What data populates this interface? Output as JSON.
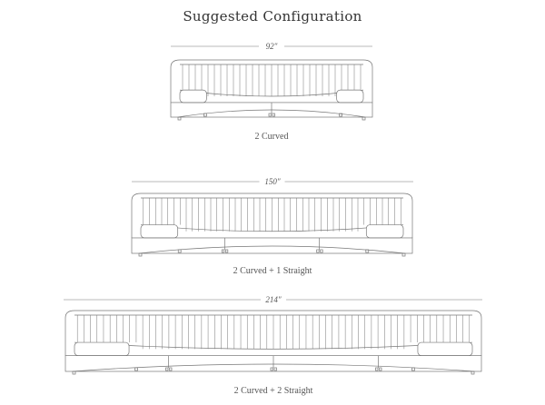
{
  "title": "Suggested Configuration",
  "configurations": [
    {
      "width": "92″",
      "label": "2 Curved",
      "modules": 2,
      "channels": 30
    },
    {
      "width": "150″",
      "label": "2 Curved + 1 Straight",
      "modules": 3,
      "channels": 44
    },
    {
      "width": "214″",
      "label": "2 Curved + 2 Straight",
      "modules": 4,
      "channels": 62
    }
  ]
}
